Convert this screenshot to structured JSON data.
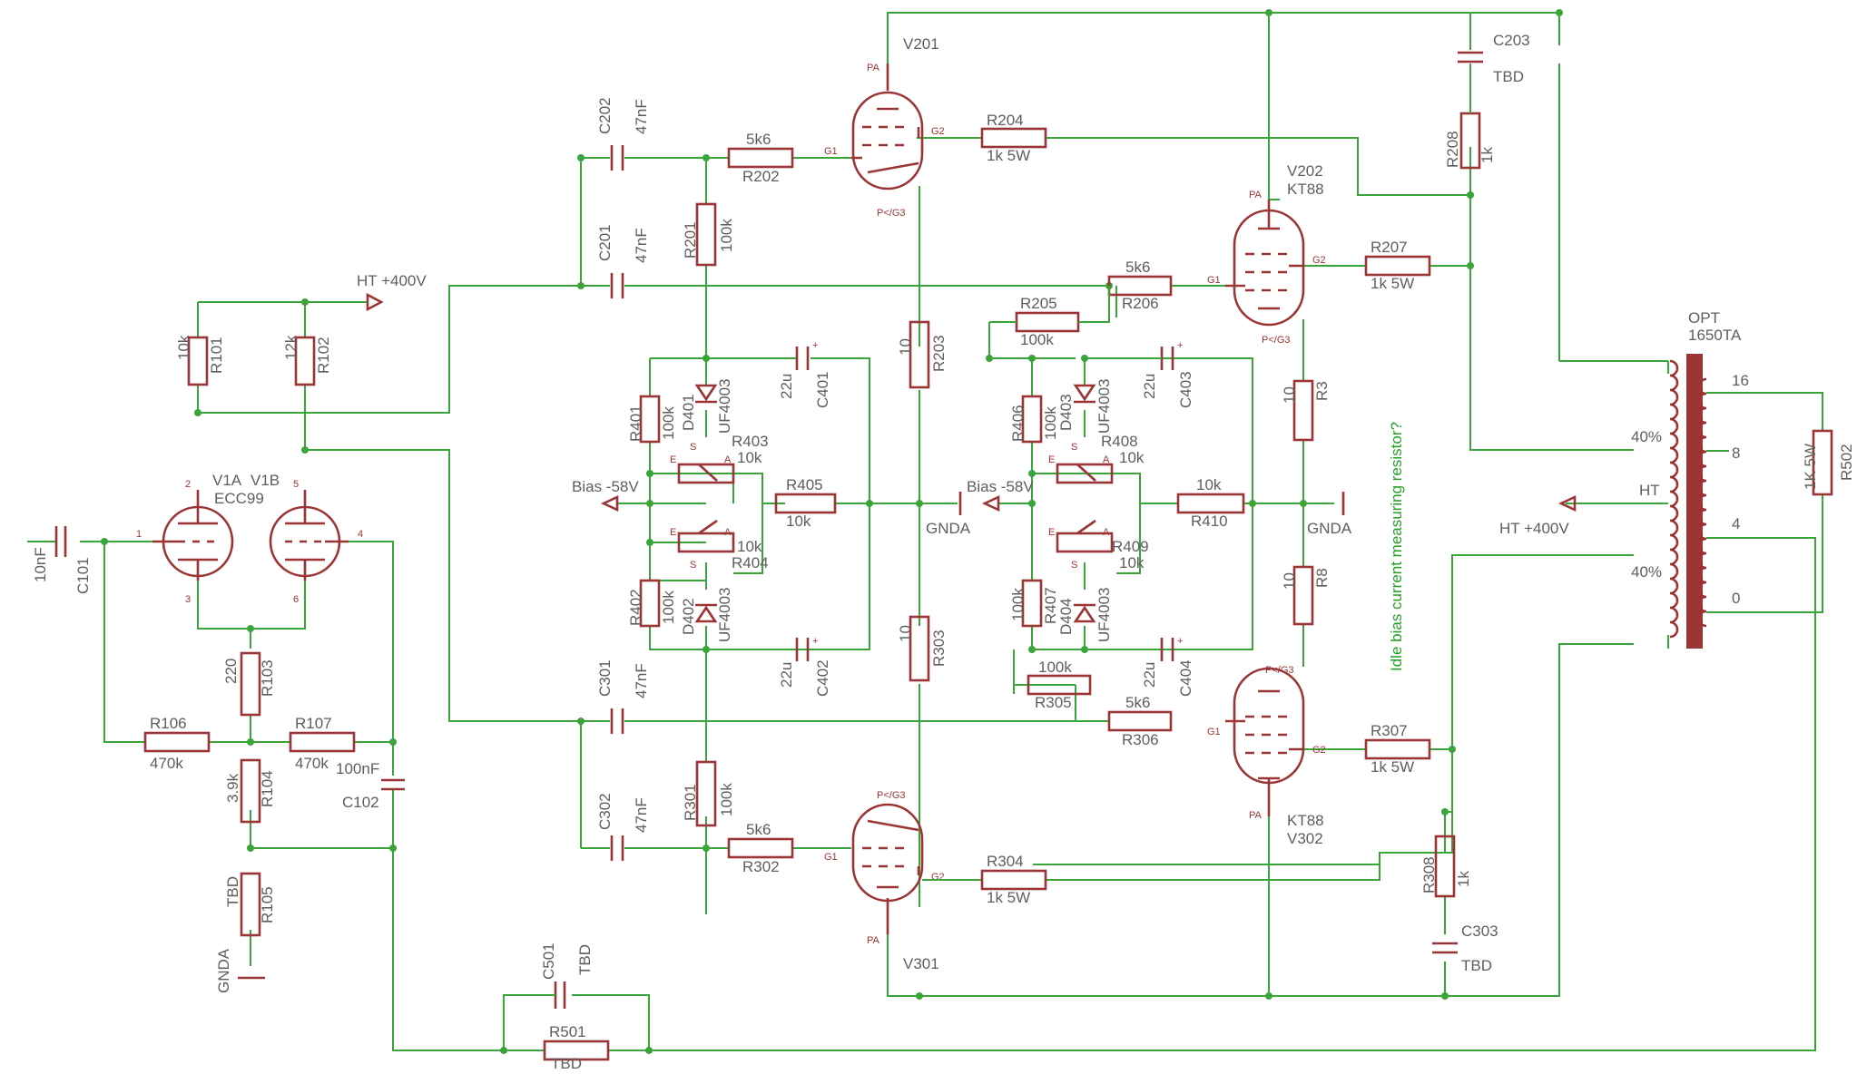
{
  "schematic": {
    "supply": {
      "ht_top": "HT +400V",
      "ht_right": "HT +400V",
      "bias_left": "Bias -58V",
      "bias_right": "Bias -58V",
      "gnda_1": "GNDA",
      "gnda_2": "GNDA",
      "gnda_3": "GNDA"
    },
    "input_stage": {
      "c101": {
        "name": "C101",
        "value": "10nF"
      },
      "v1a": "V1A",
      "v1b": "V1B",
      "v1_type": "ECC99",
      "r101": {
        "name": "R101",
        "value": "10k"
      },
      "r102": {
        "name": "R102",
        "value": "12k"
      },
      "r103": {
        "name": "R103",
        "value": "220"
      },
      "r104": {
        "name": "R104",
        "value": "3.9k"
      },
      "r105": {
        "name": "R105",
        "value": "TBD"
      },
      "r106": {
        "name": "R106",
        "value": "470k"
      },
      "r107": {
        "name": "R107",
        "value": "470k"
      },
      "c102": {
        "name": "C102",
        "value": "100nF"
      },
      "pins": {
        "p1": "1",
        "p2": "2",
        "p3": "3",
        "p4": "4",
        "p5": "5",
        "p6": "6"
      }
    },
    "coupling": {
      "c201": {
        "name": "C201",
        "value": "47nF"
      },
      "c202": {
        "name": "C202",
        "value": "47nF"
      },
      "c301": {
        "name": "C301",
        "value": "47nF"
      },
      "c302": {
        "name": "C302",
        "value": "47nF"
      },
      "r201": {
        "name": "R201",
        "value": "100k"
      },
      "r301": {
        "name": "R301",
        "value": "100k"
      },
      "r202": {
        "name": "R202",
        "value": "5k6"
      },
      "r206": {
        "name": "R206",
        "value": "5k6"
      },
      "r302": {
        "name": "R302",
        "value": "5k6"
      },
      "r306": {
        "name": "R306",
        "value": "5k6"
      },
      "r205": {
        "name": "R205",
        "value": "100k"
      },
      "r305": {
        "name": "R305",
        "value": "100k"
      }
    },
    "output_tubes": {
      "v201": {
        "name": "V201"
      },
      "v202": {
        "name": "V202",
        "type": "KT88"
      },
      "v301": {
        "name": "V301"
      },
      "v302": {
        "name": "V302",
        "type": "KT88"
      },
      "pins": {
        "pa": "PA",
        "g1": "G1",
        "g2": "G2",
        "pg3": "P</G3"
      },
      "r203": {
        "name": "R203",
        "value": "10"
      },
      "r303": {
        "name": "R303",
        "value": "10"
      },
      "r3": {
        "name": "R3",
        "value": "10"
      },
      "r8": {
        "name": "R8",
        "value": "10"
      },
      "r204": {
        "name": "R204",
        "value": "1k 5W"
      },
      "r207": {
        "name": "R207",
        "value": "1k 5W"
      },
      "r304": {
        "name": "R304",
        "value": "1k 5W"
      },
      "r307": {
        "name": "R307",
        "value": "1k 5W"
      },
      "r208": {
        "name": "R208",
        "value": "1k"
      },
      "r308": {
        "name": "R308",
        "value": "1k"
      },
      "c203": {
        "name": "C203",
        "value": "TBD"
      },
      "c303": {
        "name": "C303",
        "value": "TBD"
      },
      "note": "Idle bias current measuring resistor?"
    },
    "bias": {
      "r401": {
        "name": "R401",
        "value": "100k"
      },
      "r402": {
        "name": "R402",
        "value": "100k"
      },
      "r406": {
        "name": "R406",
        "value": "100k"
      },
      "r407": {
        "name": "R407",
        "value": "100k"
      },
      "r403": {
        "name": "R403",
        "value": "10k"
      },
      "r404": {
        "name": "R404",
        "value": "10k"
      },
      "r408": {
        "name": "R408",
        "value": "10k"
      },
      "r409": {
        "name": "R409",
        "value": "10k"
      },
      "r405": {
        "name": "R405",
        "value": "10k"
      },
      "r410": {
        "name": "R410",
        "value": "10k"
      },
      "d401": {
        "name": "D401",
        "value": "UF4003"
      },
      "d402": {
        "name": "D402",
        "value": "UF4003"
      },
      "d403": {
        "name": "D403",
        "value": "UF4003"
      },
      "d404": {
        "name": "D404",
        "value": "UF4003"
      },
      "c401": {
        "name": "C401",
        "value": "22u"
      },
      "c402": {
        "name": "C402",
        "value": "22u"
      },
      "c403": {
        "name": "C403",
        "value": "22u"
      },
      "c404": {
        "name": "C404",
        "value": "22u"
      },
      "pot_pins": {
        "e": "E",
        "a": "A",
        "s": "S"
      }
    },
    "transformer": {
      "name": "OPT",
      "type": "1650TA",
      "ht": "HT",
      "tap_upper": "40%",
      "tap_lower": "40%",
      "taps": [
        "16",
        "8",
        "4",
        "0"
      ],
      "r502": {
        "name": "R502",
        "value": "1K 5W"
      }
    },
    "feedback": {
      "c501": {
        "name": "C501",
        "value": "TBD"
      },
      "r501": {
        "name": "R501",
        "value": "TBD"
      }
    },
    "colors": {
      "wire": "#3aa53a",
      "component": "#9b3434",
      "text": "#5e5e5e",
      "note": "#22a022"
    }
  }
}
